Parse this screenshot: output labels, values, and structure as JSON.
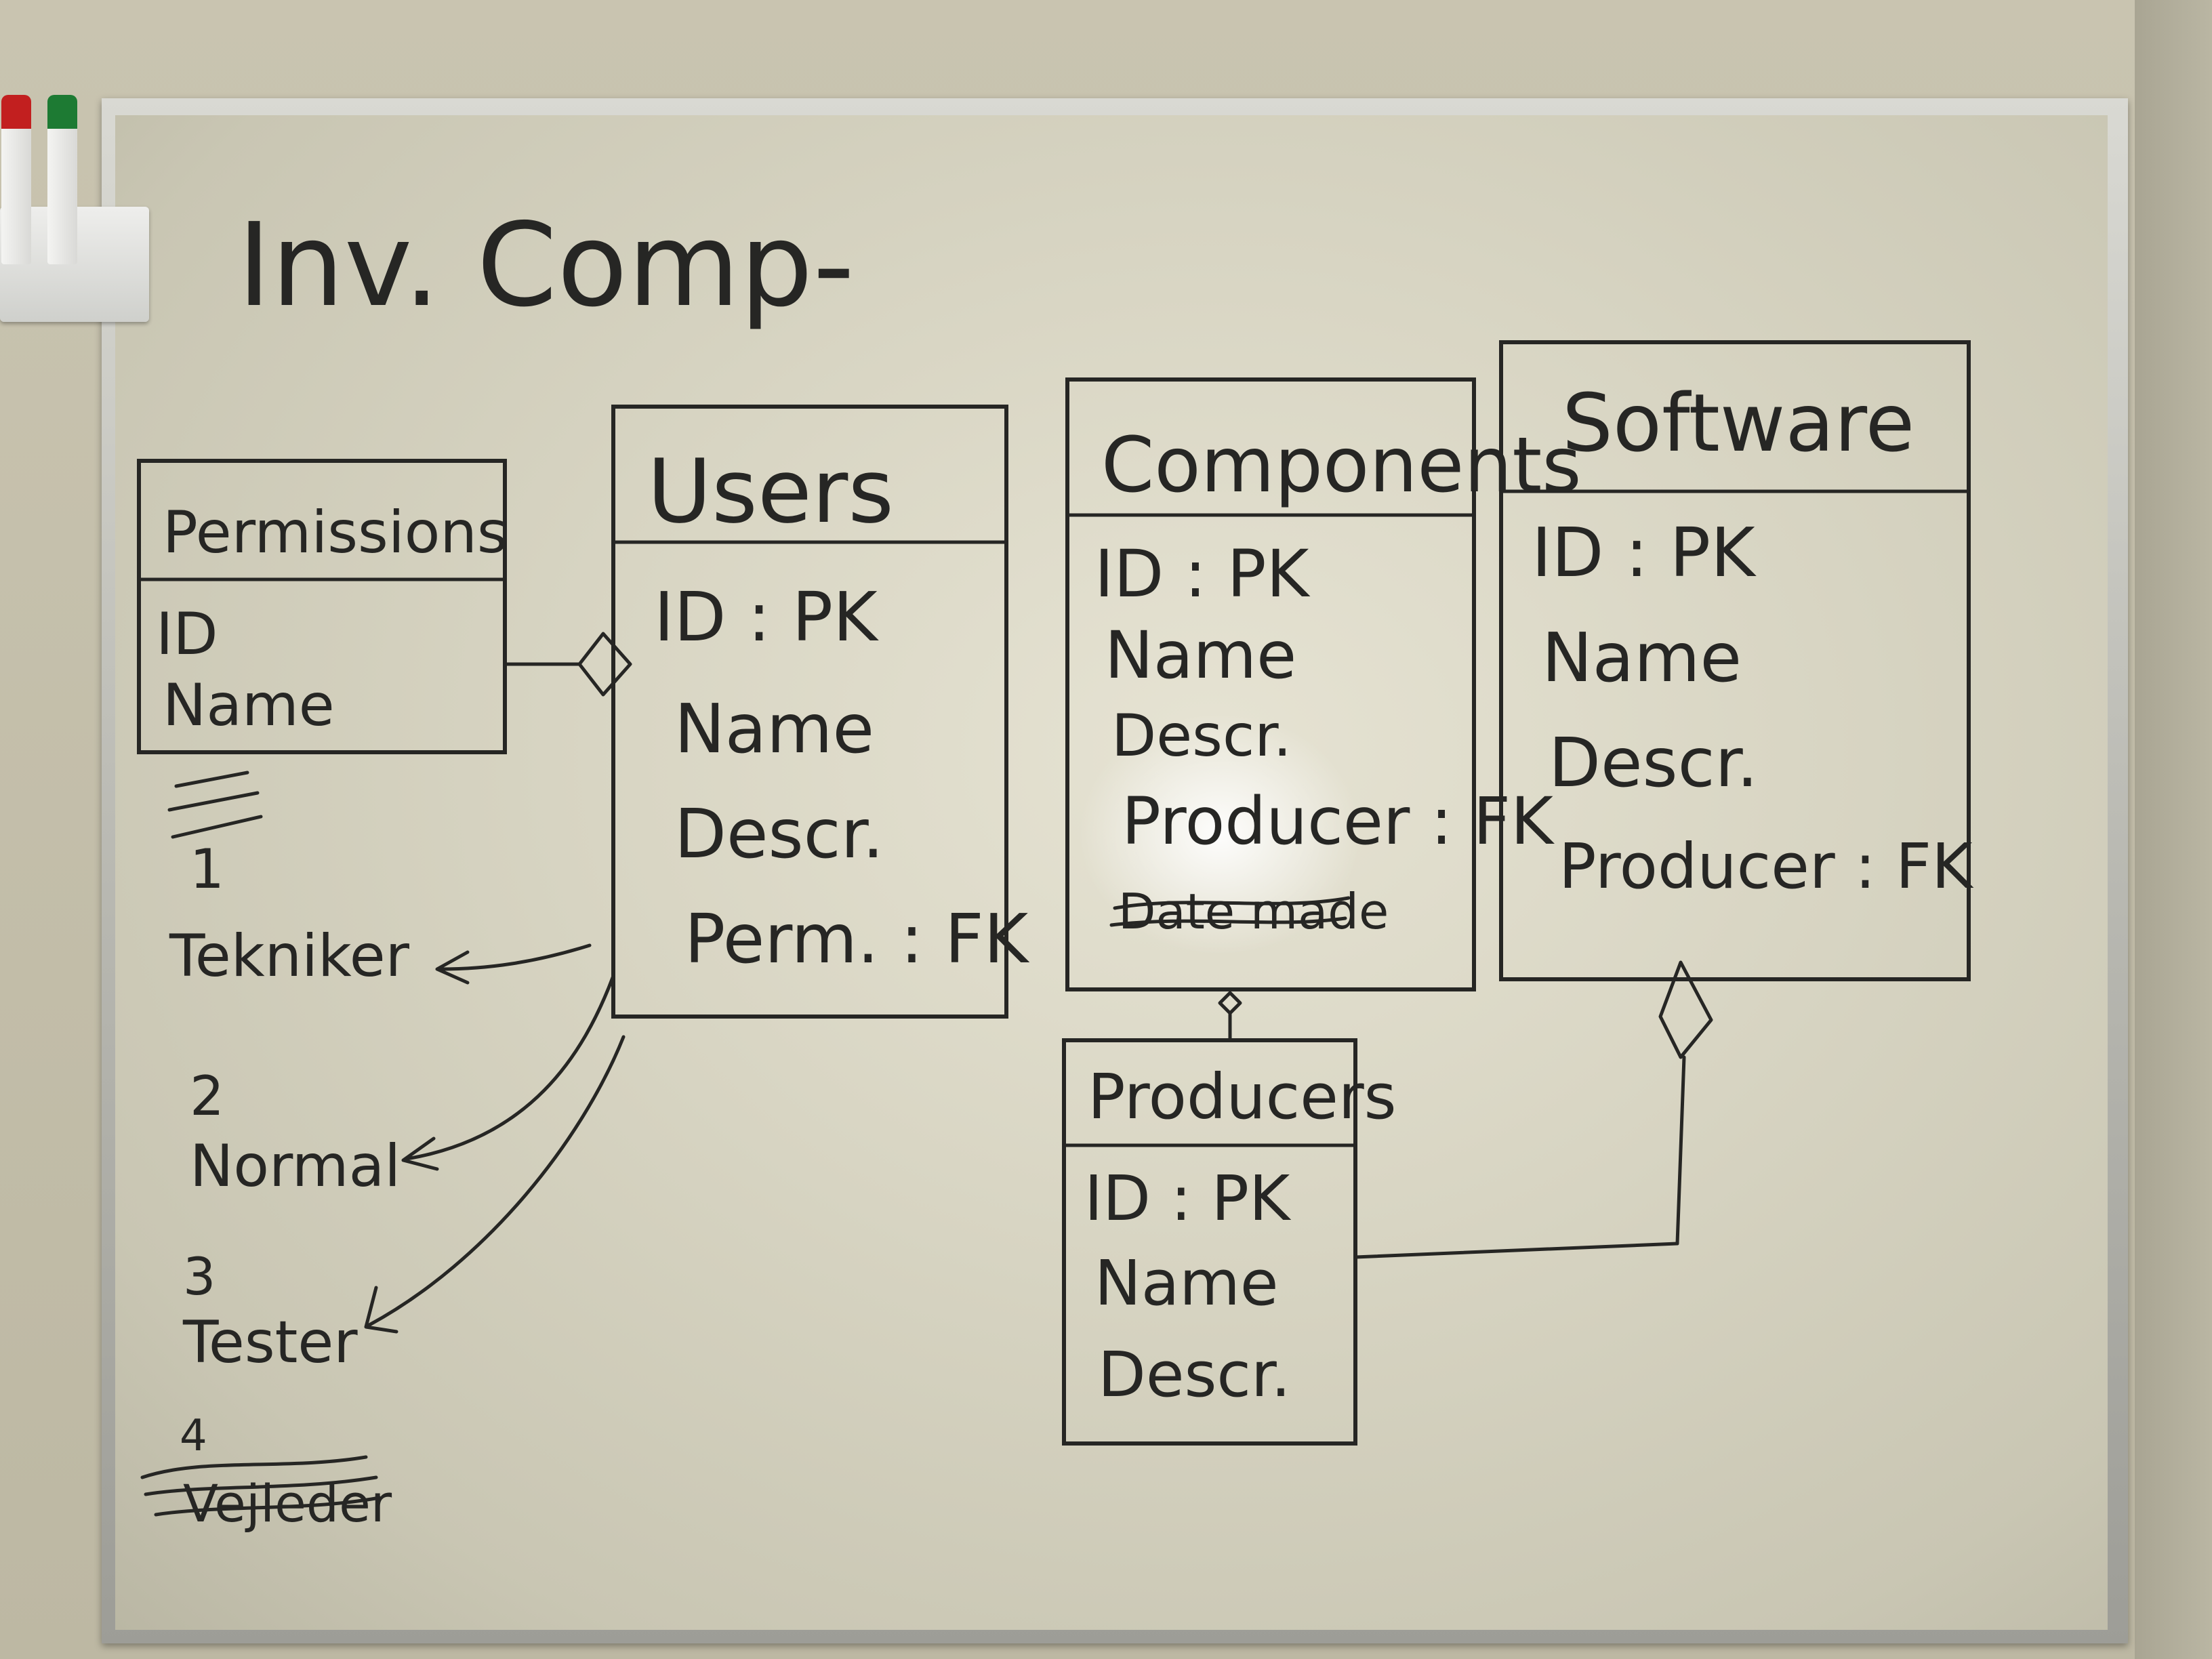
{
  "title": "Inv. Comp-",
  "entities": [
    {
      "key": "permissions",
      "name": "Permissions",
      "fields": [
        "ID",
        "Name"
      ]
    },
    {
      "key": "users",
      "name": "Users",
      "fields": [
        "ID : PK",
        "Name",
        "Descr.",
        "Perm. : FK"
      ]
    },
    {
      "key": "components",
      "name": "Components",
      "fields": [
        "ID : PK",
        "Name",
        "Descr.",
        "Producer : FK"
      ],
      "struck_field": "Date made"
    },
    {
      "key": "software",
      "name": "Software",
      "fields": [
        "ID : PK",
        "Name",
        "Descr.",
        "Producer : FK"
      ]
    },
    {
      "key": "producers",
      "name": "Producers",
      "fields": [
        "ID : PK",
        "Name",
        "Descr."
      ]
    }
  ],
  "permission_values": [
    {
      "number": "1",
      "label": "Tekniker"
    },
    {
      "number": "2",
      "label": "Normal"
    },
    {
      "number": "3",
      "label": "Tester"
    },
    {
      "number": "4",
      "label": "Vejleder",
      "struck": true
    }
  ],
  "colors": {
    "ink": "#262624",
    "board": "#dcd9c8",
    "frame": "#c4c4be",
    "marker_red": "#c21f1f",
    "marker_green": "#1d7a33"
  }
}
